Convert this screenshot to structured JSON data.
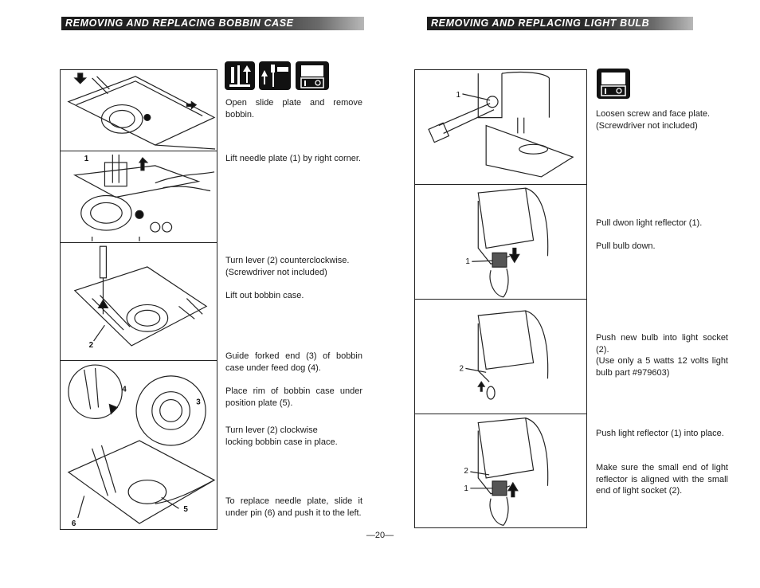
{
  "left": {
    "heading": "REMOVING AND REPLACING BOBBIN CASE",
    "steps": [
      "Open slide plate and remove bobbin.",
      "Lift needle plate (1) by right corner.",
      "Turn lever (2) counterclockwise.\n(Screwdriver not included)",
      "Lift out bobbin case.",
      "Guide forked end (3) of bobbin case under feed dog (4).",
      "Place rim of bobbin case under position plate (5).",
      "Turn lever (2) clockwise\nlocking bobbin case in place.",
      "To replace needle plate, slide it under pin (6) and push it to the left."
    ],
    "callouts": [
      "1",
      "2",
      "3",
      "4",
      "5",
      "6"
    ]
  },
  "right": {
    "heading": "REMOVING AND REPLACING LIGHT BULB",
    "steps": [
      "Loosen screw and face plate.\n(Screwdriver not included)",
      "Pull dwon light reflector (1).",
      "Pull bulb down.",
      "Push new bulb into light socket (2).\n(Use only a 5 watts 12 volts light bulb part #979603)",
      "Push light reflector (1) into place.",
      "Make sure the small end of light reflector is aligned with the small end of light socket (2)."
    ],
    "callouts": [
      "1",
      "1",
      "2",
      "2",
      "1"
    ]
  },
  "page_number": "—20—"
}
